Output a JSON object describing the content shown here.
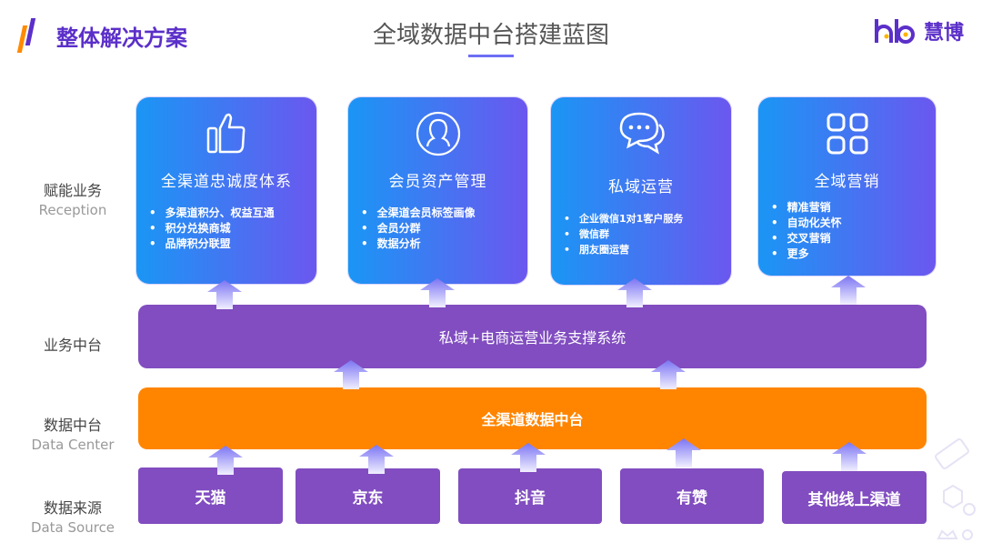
{
  "header": {
    "section_title": "整体解决方案",
    "main_title": "全域数据中台搭建蓝图",
    "logo_text": "慧博",
    "logo_mark": "hb"
  },
  "rows": {
    "reception": {
      "cn": "赋能业务",
      "en": "Reception"
    },
    "business": {
      "cn": "业务中台"
    },
    "data_center": {
      "cn": "数据中台",
      "en": "Data Center"
    },
    "data_source": {
      "cn": "数据来源",
      "en": "Data Source"
    }
  },
  "cards": [
    {
      "icon": "thumbs-up-icon",
      "title": "全渠道忠诚度体系",
      "items": [
        "多渠道积分、权益互通",
        "积分兑换商城",
        "品牌积分联盟"
      ]
    },
    {
      "icon": "user-icon",
      "title": "会员资产管理",
      "items": [
        "全渠道会员标签画像",
        "会员分群",
        "数据分析"
      ]
    },
    {
      "icon": "chat-icon",
      "title": "私域运营",
      "items": [
        "企业微信1对1客户服务",
        "微信群",
        "朋友圈运营"
      ]
    },
    {
      "icon": "grid-icon",
      "title": "全域营销",
      "items": [
        "精准营销",
        "自动化关怀",
        "交叉营销",
        "更多"
      ]
    }
  ],
  "business_bar": "私域+电商运营业务支撑系统",
  "data_bar": "全渠道数据中台",
  "sources": [
    "天猫",
    "京东",
    "抖音",
    "有赞",
    "其他线上渠道"
  ],
  "colors": {
    "brand": "#5b2fc9",
    "accent": "#ff8500",
    "purple": "#814dc0",
    "card_start": "#1a96f5",
    "card_end": "#6b57ef"
  }
}
